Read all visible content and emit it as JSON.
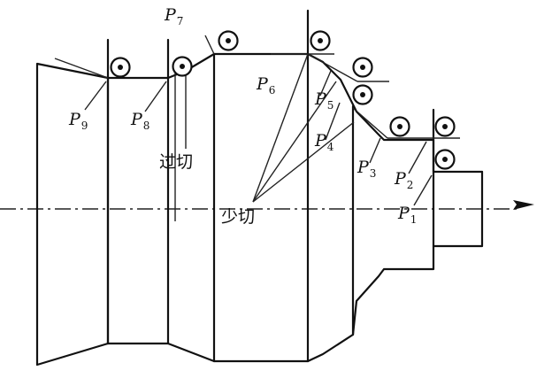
{
  "labels": {
    "p1": {
      "letter": "P",
      "sub": "1"
    },
    "p2": {
      "letter": "P",
      "sub": "2"
    },
    "p3": {
      "letter": "P",
      "sub": "3"
    },
    "p4": {
      "letter": "P",
      "sub": "4"
    },
    "p5": {
      "letter": "P",
      "sub": "5"
    },
    "p6": {
      "letter": "P",
      "sub": "6"
    },
    "p7": {
      "letter": "P",
      "sub": "7"
    },
    "p8": {
      "letter": "P",
      "sub": "8"
    },
    "p9": {
      "letter": "P",
      "sub": "9"
    }
  },
  "annotations": {
    "overcut": "过切",
    "undercut": "少切"
  }
}
